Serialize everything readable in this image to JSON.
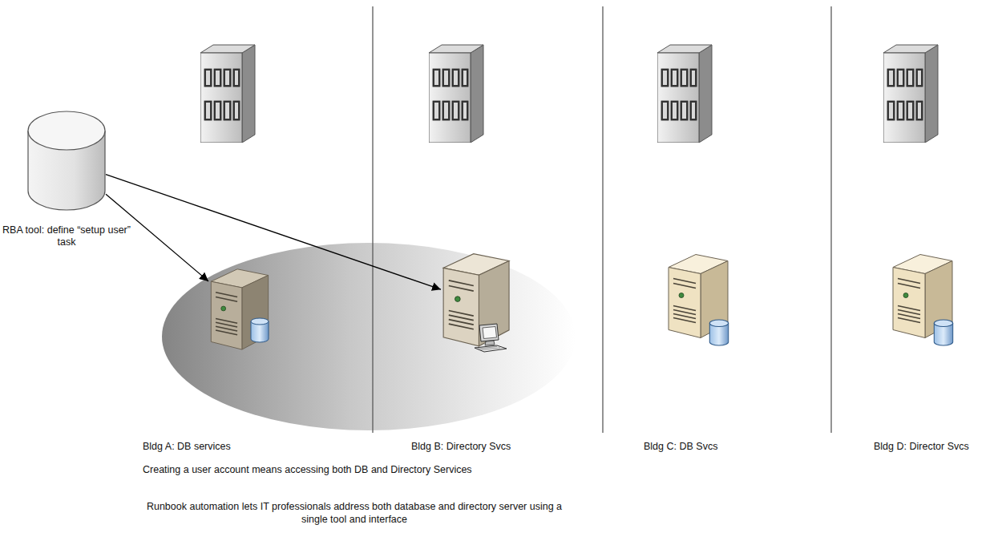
{
  "diagram": {
    "nodes": [
      {
        "text": [
          "RBA tool: define “setup user” task"
        ]
      },
      {
        "text": [
          "Bldg A: DB services"
        ]
      },
      {
        "text": [
          "Bldg B: Directory Svcs"
        ]
      },
      {
        "text": [
          "Bldg C: DB Svcs"
        ]
      },
      {
        "text": [
          "Bldg D: Director Svcs"
        ]
      }
    ],
    "edges": [
      {
        "from": 0,
        "to": 1,
        "arrow": "to"
      },
      {
        "from": 0,
        "to": 2,
        "arrow": "to"
      }
    ],
    "labels": [
      "Creating a user account means accessing both DB and Directory Services",
      "Runbook automation lets IT professionals address both database and directory server using a single tool and interface"
    ]
  }
}
